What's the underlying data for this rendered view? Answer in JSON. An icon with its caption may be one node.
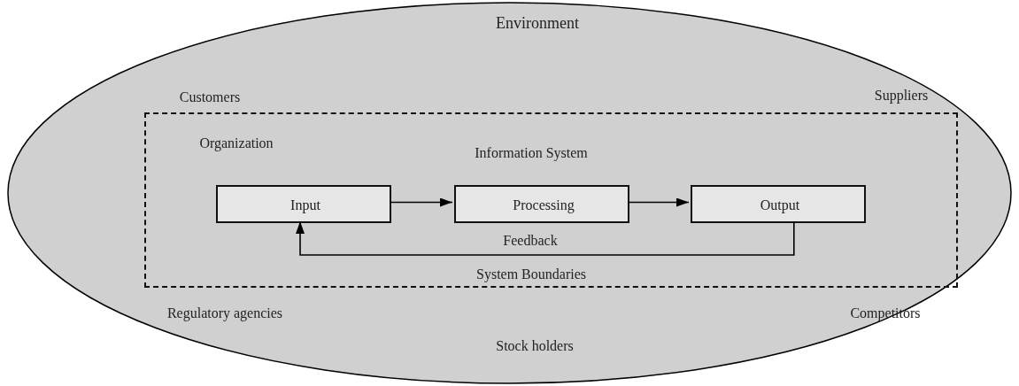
{
  "diagram": {
    "nodes": [
      {
        "text": [
          "Environment"
        ]
      },
      {
        "text": [
          "Organization"
        ],
        "in": 0
      },
      {
        "text": [
          "Input"
        ],
        "in": 1
      },
      {
        "text": [
          "Processing"
        ],
        "in": 1
      },
      {
        "text": [
          "Output"
        ],
        "in": 1
      }
    ],
    "edges": [
      {
        "from": 2,
        "to": 3,
        "arrow": "to"
      },
      {
        "from": 3,
        "to": 4,
        "arrow": "to"
      },
      {
        "from": 4,
        "to": 2,
        "arrow": "to",
        "label": "Feedback"
      }
    ],
    "labels": [
      "Customers",
      "Suppliers",
      "Information System",
      "System Boundaries",
      "Regulatory agencies",
      "Competitors",
      "Stock holders"
    ]
  }
}
